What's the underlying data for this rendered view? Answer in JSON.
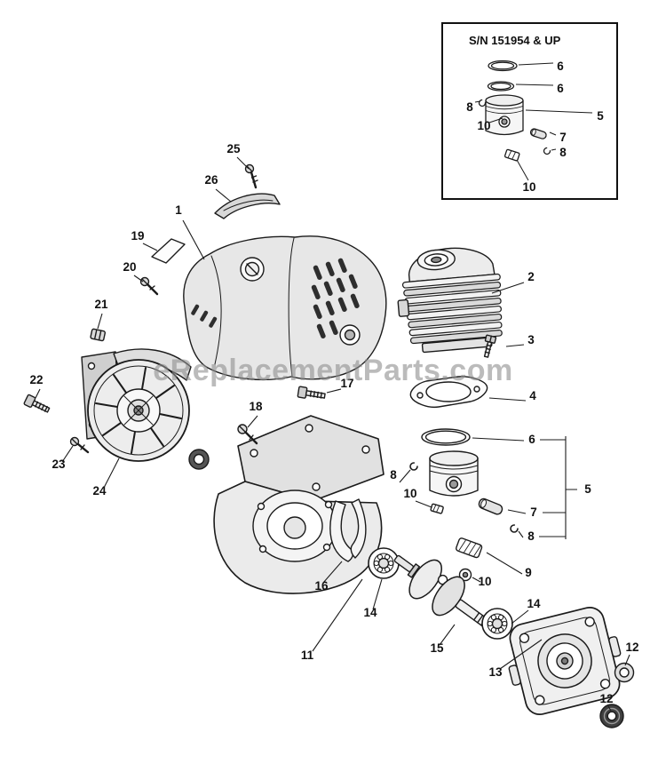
{
  "diagram": {
    "watermark": "eReplacementParts.com",
    "background_color": "#ffffff",
    "line_color": "#1b1b1b",
    "watermark_color": "#8f8f8f"
  },
  "inset": {
    "label": "S/N 151954 & UP",
    "callouts": [
      "6",
      "6",
      "8",
      "5",
      "10",
      "7",
      "8",
      "10"
    ]
  },
  "main_callouts": [
    "25",
    "26",
    "1",
    "19",
    "20",
    "21",
    "22",
    "23",
    "24",
    "17",
    "18",
    "2",
    "3",
    "4",
    "6",
    "5",
    "7",
    "8",
    "8",
    "9",
    "10",
    "10",
    "16",
    "14",
    "14",
    "11",
    "15",
    "13",
    "12",
    "12"
  ]
}
